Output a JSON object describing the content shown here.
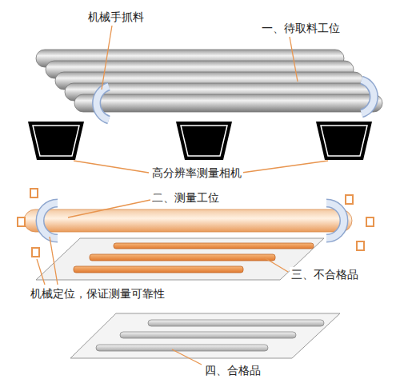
{
  "diagram": {
    "labels": [
      "机械手抓料",
      "一、待取料工位",
      "高分辨率测量相机",
      "二、测量工位",
      "三、不合格品",
      "机械定位，保证测量可靠性",
      "四、合格品"
    ]
  }
}
